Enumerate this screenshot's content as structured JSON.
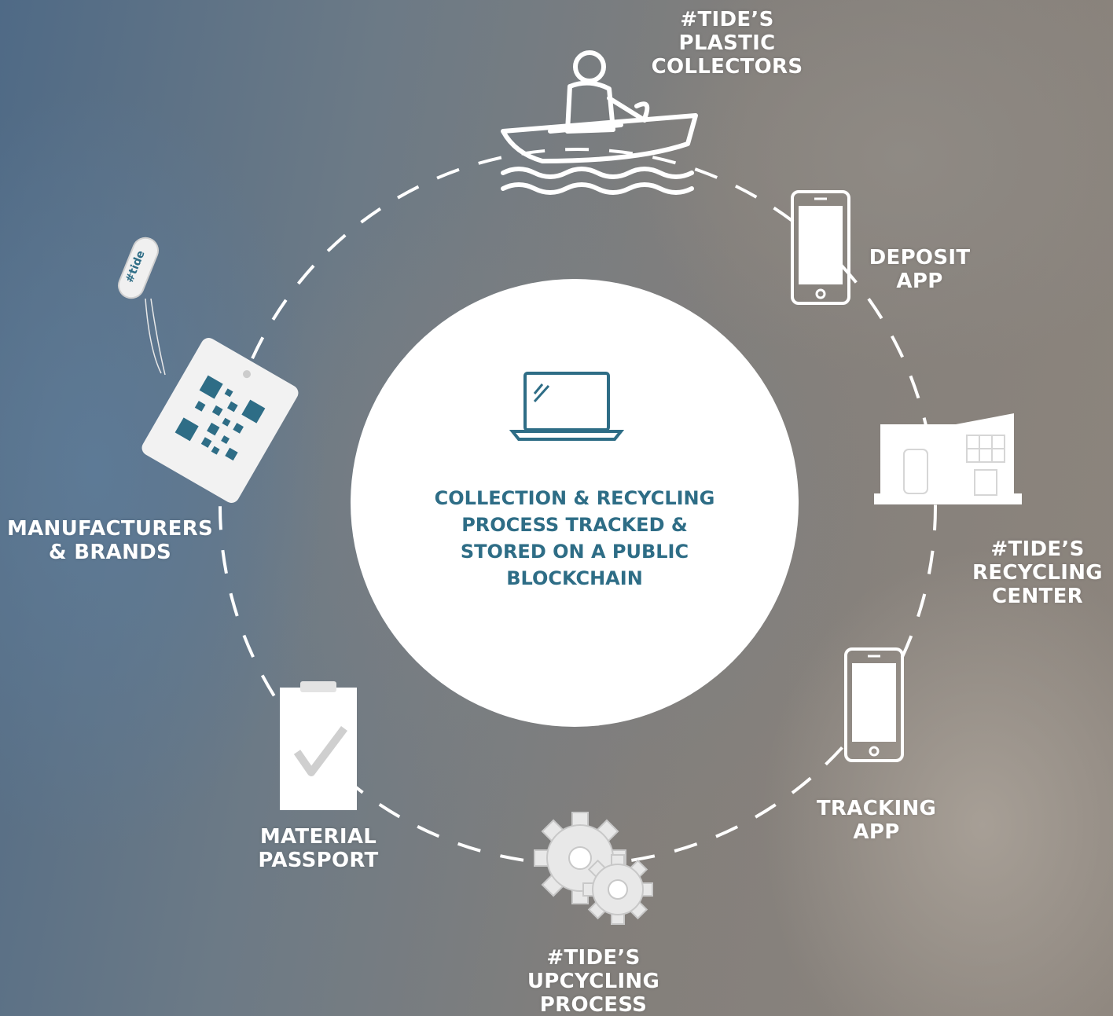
{
  "center": {
    "lines": [
      "COLLECTION & RECYCLING",
      "PROCESS TRACKED &",
      "STORED ON A PUBLIC",
      "BLOCKCHAIN"
    ],
    "icon": "laptop-icon",
    "text_color": "#2e6d86"
  },
  "nodes": {
    "collectors": {
      "lines": [
        "#TIDE’S",
        "PLASTIC",
        "COLLECTORS"
      ],
      "icon": "boat-fisherman-icon"
    },
    "deposit_app": {
      "lines": [
        "DEPOSIT",
        "APP"
      ],
      "icon": "smartphone-icon"
    },
    "recycling_center": {
      "lines": [
        "#TIDE’S",
        "RECYCLING",
        "CENTER"
      ],
      "icon": "building-icon"
    },
    "tracking_app": {
      "lines": [
        "TRACKING",
        "APP"
      ],
      "icon": "smartphone-icon"
    },
    "upcycling": {
      "lines": [
        "#TIDE’S",
        "UPCYCLING",
        "PROCESS"
      ],
      "icon": "gears-icon"
    },
    "passport": {
      "lines": [
        "MATERIAL",
        "PASSPORT"
      ],
      "icon": "clipboard-check-icon"
    },
    "manufacturers": {
      "lines": [
        "MANUFACTURERS",
        "& BRANDS"
      ],
      "icon": "qr-tag-icon",
      "tag_text": "#tide"
    }
  },
  "colors": {
    "label": "#ffffff",
    "accent": "#2e6d86"
  }
}
